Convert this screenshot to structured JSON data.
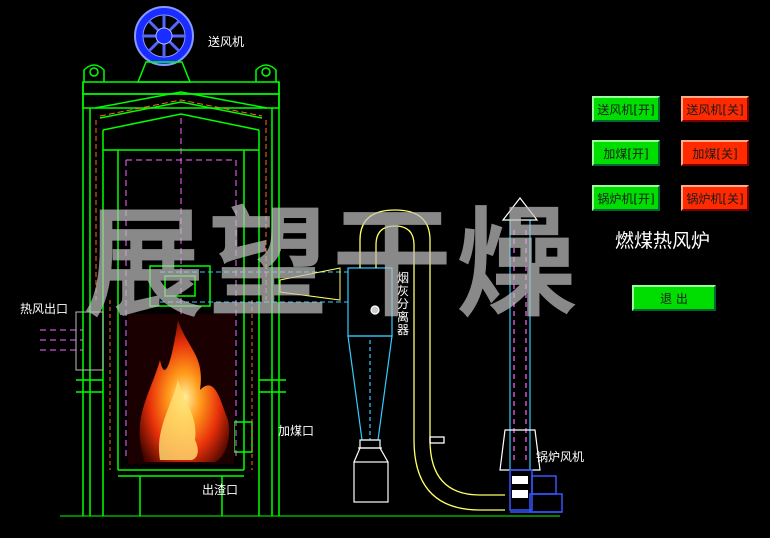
{
  "labels": {
    "supply_fan": "送风机",
    "hot_air_outlet": "热风出口",
    "coal_inlet": "加煤口",
    "slag_outlet": "出渣口",
    "dust_separator": "烟灰分离器",
    "boiler_fan": "锅炉风机"
  },
  "controls": {
    "fan_on": "送风机[开]",
    "fan_off": "送风机[关]",
    "coal_on": "加煤[开]",
    "coal_off": "加煤[关]",
    "boiler_on": "锅炉机[开]",
    "boiler_off": "锅炉机[关]",
    "exit": "退 出"
  },
  "title": "燃煤热风炉",
  "watermark": "展望干燥",
  "colors": {
    "background": "#000000",
    "structure": "#00ff00",
    "inner": "#ff66ff",
    "duct": "#ffff66",
    "cyclone": "#33ccff",
    "fan": "#2244ff",
    "on_button": "#00dd00",
    "off_button": "#ff2a00"
  }
}
